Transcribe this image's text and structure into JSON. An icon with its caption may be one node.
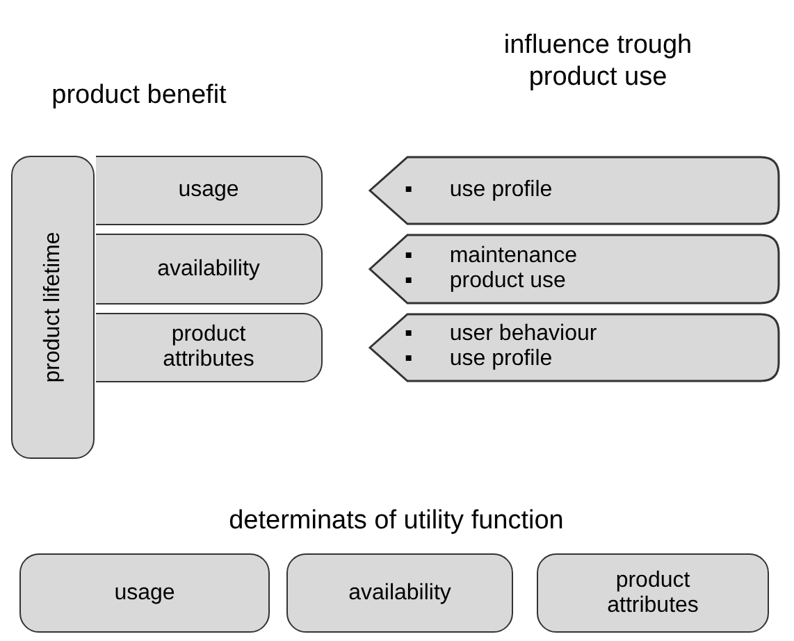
{
  "diagram": {
    "nodes": [
      {
        "text": [
          "product lifetime"
        ]
      },
      {
        "text": [
          "usage"
        ]
      },
      {
        "text": [
          "availability"
        ]
      },
      {
        "text": [
          "product attributes"
        ]
      },
      {
        "text": [
          "▪ use profile"
        ]
      },
      {
        "text": [
          "▪ maintenance",
          "▪ product use"
        ]
      },
      {
        "text": [
          "▪ user behaviour",
          "▪ use profile"
        ]
      },
      {
        "text": [
          "usage"
        ]
      },
      {
        "text": [
          "availability"
        ]
      },
      {
        "text": [
          "product attributes"
        ]
      }
    ],
    "edges": [],
    "labels": [
      "product benefit",
      "influence trough product use",
      "determinats of utility function"
    ]
  }
}
